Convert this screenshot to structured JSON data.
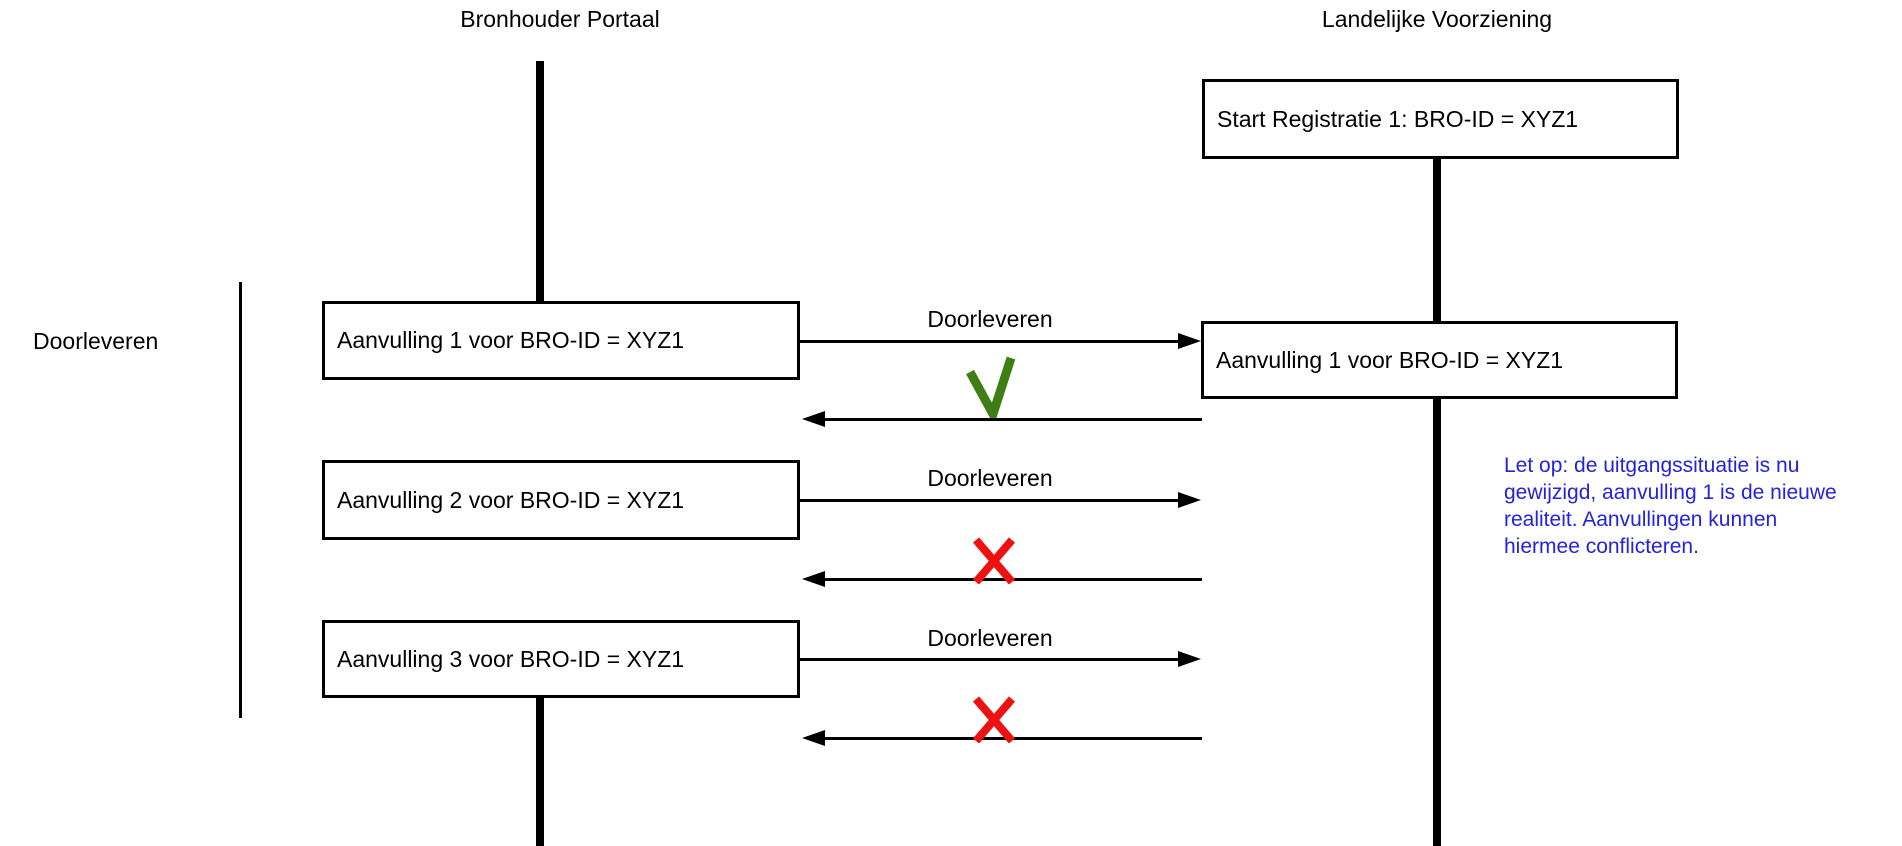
{
  "colors": {
    "check-green": "#3e7e12",
    "cross-red": "#ee1111",
    "note-blue": "#2323dc",
    "line-black": "#000000"
  },
  "lanes": {
    "left": "Bronhouder Portaal",
    "right": "Landelijke Voorziening"
  },
  "group": {
    "label": "Doorleveren"
  },
  "boxes": {
    "start": "Start Registratie 1: BRO-ID = XYZ1",
    "left1": "Aanvulling 1 voor BRO-ID = XYZ1",
    "left2": "Aanvulling 2 voor BRO-ID = XYZ1",
    "left3": "Aanvulling 3 voor BRO-ID = XYZ1",
    "right1": "Aanvulling 1 voor BRO-ID = XYZ1"
  },
  "arrows": {
    "doorleveren1": "Doorleveren",
    "doorleveren2": "Doorleveren",
    "doorleveren3": "Doorleveren"
  },
  "note": {
    "lines": [
      "Let op: de uitgangssituatie is nu",
      "gewijzigd, aanvulling 1 is de nieuwe",
      "realiteit. Aanvullingen kunnen",
      "hiermee conflicteren."
    ]
  }
}
